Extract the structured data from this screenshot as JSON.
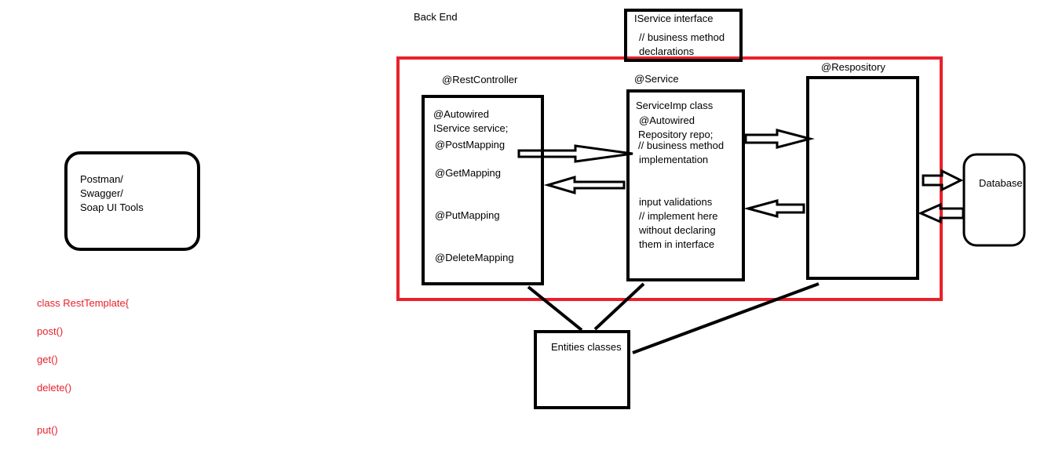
{
  "colors": {
    "ink": "#000000",
    "highlight": "#e8212b",
    "code": "#e8212b",
    "background": "#ffffff"
  },
  "diagram": {
    "section_label": "Back End",
    "client_box": {
      "lines": [
        "Postman/",
        "Swagger/",
        "Soap UI Tools"
      ]
    },
    "service_interface": {
      "title": "IService interface",
      "lines": [
        "// business method",
        "declarations"
      ]
    },
    "controller": {
      "annotation": "@RestController",
      "lines": [
        "@Autowired",
        "IService service;",
        "@PostMapping",
        "@GetMapping",
        "@PutMapping",
        "@DeleteMapping"
      ]
    },
    "service": {
      "annotation": "@Service",
      "lines": [
        "ServiceImp class",
        "@Autowired",
        "Repository repo;",
        "// business method",
        "implementation",
        "input validations",
        "// implement here",
        "without declaring",
        "them in interface"
      ]
    },
    "repository": {
      "annotation": "@Respository"
    },
    "database": {
      "label": "Database"
    },
    "entities": {
      "label": "Entities classes"
    },
    "rest_template": {
      "lines": [
        "class RestTemplate{",
        "post()",
        "get()",
        "delete()",
        "put()"
      ]
    }
  }
}
